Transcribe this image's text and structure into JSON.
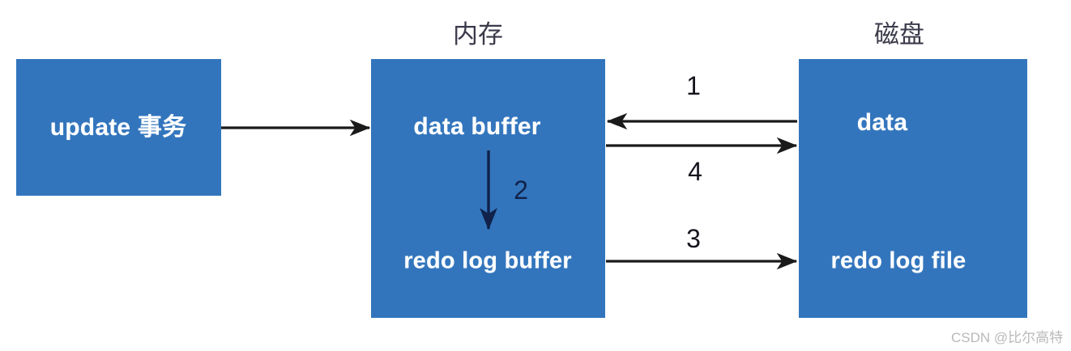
{
  "diagram": {
    "regions": [
      {
        "id": "memory",
        "caption": "内存"
      },
      {
        "id": "disk",
        "caption": "磁盘"
      }
    ],
    "boxes": [
      {
        "id": "update-transaction",
        "label": "update 事务"
      },
      {
        "id": "memory-container",
        "label": ""
      },
      {
        "id": "data-buffer",
        "label": "data buffer"
      },
      {
        "id": "redo-log-buffer",
        "label": "redo log buffer"
      },
      {
        "id": "disk-container",
        "label": ""
      },
      {
        "id": "data",
        "label": "data"
      },
      {
        "id": "redo-log-file",
        "label": "redo log file"
      }
    ],
    "labels": {
      "update_transaction": "update 事务",
      "data_buffer": "data buffer",
      "redo_log_buffer": "redo log buffer",
      "data": "data",
      "redo_log_file": "redo log file"
    },
    "steps": [
      {
        "number": "1",
        "from": "data",
        "to": "data buffer",
        "direction": "left"
      },
      {
        "number": "2",
        "from": "data buffer",
        "to": "redo log buffer",
        "direction": "down"
      },
      {
        "number": "3",
        "from": "redo log buffer",
        "to": "redo log file",
        "direction": "right"
      },
      {
        "number": "4",
        "from": "data buffer",
        "to": "data",
        "direction": "right"
      }
    ],
    "colors": {
      "box_fill": "#3275bd",
      "arrow_dark": "#1a1a1a",
      "arrow_navy": "#10224a",
      "caption_text": "#3a3a4a",
      "box_text": "#ffffff",
      "watermark_text": "#b9b9b9"
    },
    "watermark": "CSDN @比尔高特"
  }
}
